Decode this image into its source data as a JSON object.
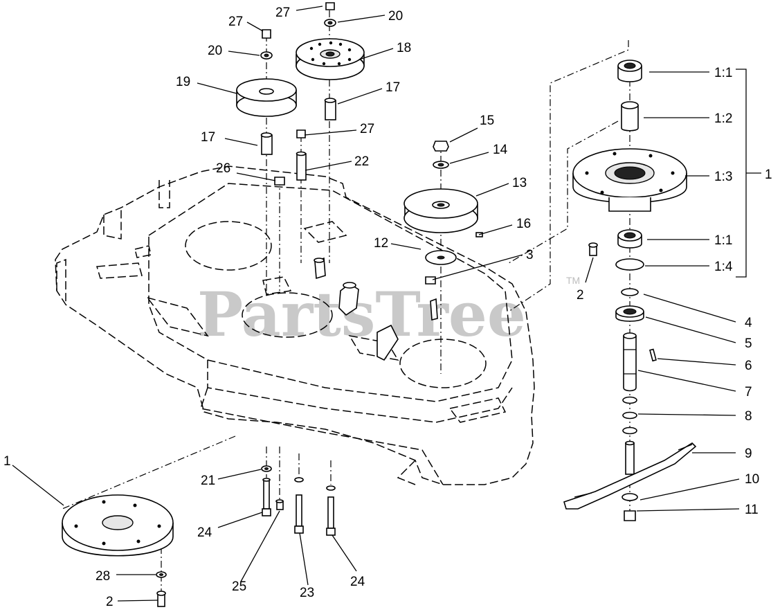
{
  "watermark": {
    "text": "PartsTree",
    "tm": "TM"
  },
  "callouts": {
    "c1_top": "1",
    "c1_1a": "1:1",
    "c1_2": "1:2",
    "c1_3": "1:3",
    "c1_1b": "1:1",
    "c1_4": "1:4",
    "c1_left": "1",
    "c2_right": "2",
    "c2_bottom": "2",
    "c3": "3",
    "c4": "4",
    "c5": "5",
    "c6": "6",
    "c7": "7",
    "c8": "8",
    "c9": "9",
    "c10": "10",
    "c11": "11",
    "c12": "12",
    "c13": "13",
    "c14": "14",
    "c15": "15",
    "c16": "16",
    "c17_left": "17",
    "c17_right": "17",
    "c18": "18",
    "c19": "19",
    "c20_left": "20",
    "c20_right": "20",
    "c21": "21",
    "c22": "22",
    "c23": "23",
    "c24_left": "24",
    "c24_right": "24",
    "c25": "25",
    "c26": "26",
    "c27_top": "27",
    "c27_left": "27",
    "c27_mid": "27",
    "c28": "28"
  }
}
